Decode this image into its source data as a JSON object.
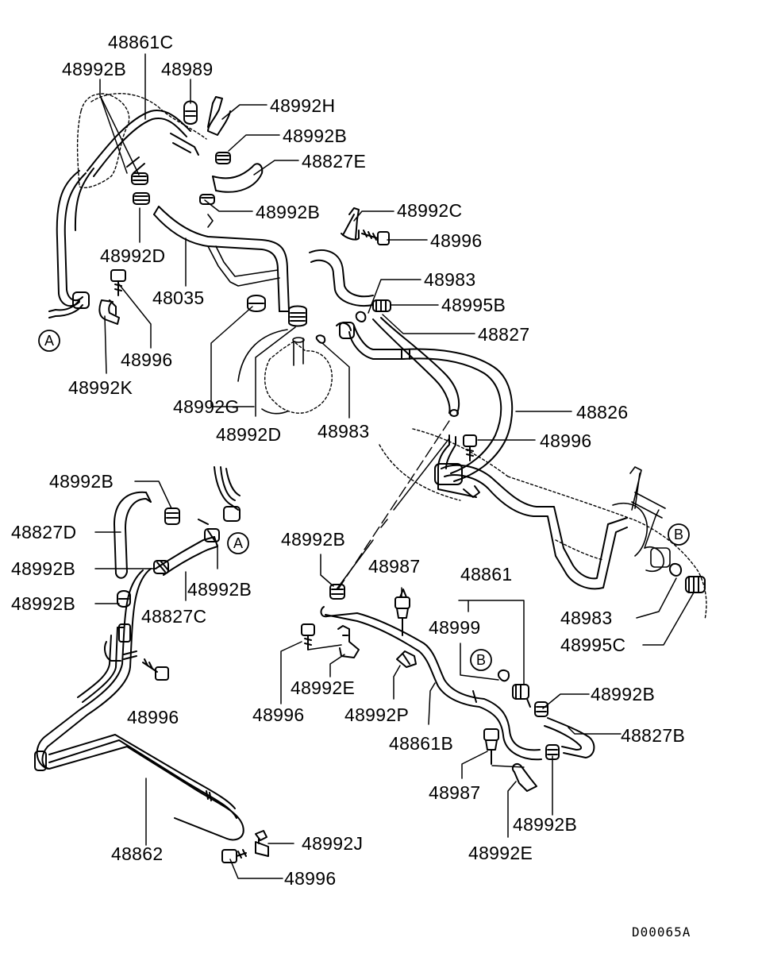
{
  "diagram": {
    "drawing_code": "D00065A",
    "ref_markers": {
      "a_top": "A",
      "a_mid": "A",
      "b_right": "B",
      "b_mid": "B"
    },
    "labels": {
      "p48861C": "48861C",
      "p48992B_1": "48992B",
      "p48989": "48989",
      "p48992H": "48992H",
      "p48992B_2": "48992B",
      "p48827E": "48827E",
      "p48992B_3": "48992B",
      "p48992C": "48992C",
      "p48996_1": "48996",
      "p48992D_1": "48992D",
      "p48035": "48035",
      "p48983_1": "48983",
      "p48995B": "48995B",
      "p48827": "48827",
      "p48996_2": "48996",
      "p48992K": "48992K",
      "p48992G": "48992G",
      "p48992D_2": "48992D",
      "p48983_2": "48983",
      "p48826": "48826",
      "p48996_3": "48996",
      "p48992B_4": "48992B",
      "p48827D": "48827D",
      "p48992B_5": "48992B",
      "p48992B_6": "48992B",
      "p48827C": "48827C",
      "p48992B_7": "48992B",
      "p48992B_8": "48992B",
      "p48987_1": "48987",
      "p48861": "48861",
      "p48999": "48999",
      "p48983_3": "48983",
      "p48995C": "48995C",
      "p48996_4": "48996",
      "p48992E_1": "48992E",
      "p48996_5": "48996",
      "p48992P": "48992P",
      "p48992B_9": "48992B",
      "p48861B": "48861B",
      "p48827B": "48827B",
      "p48987_2": "48987",
      "p48992B_10": "48992B",
      "p48862": "48862",
      "p48992J": "48992J",
      "p48992E_2": "48992E",
      "p48996_6": "48996"
    }
  }
}
